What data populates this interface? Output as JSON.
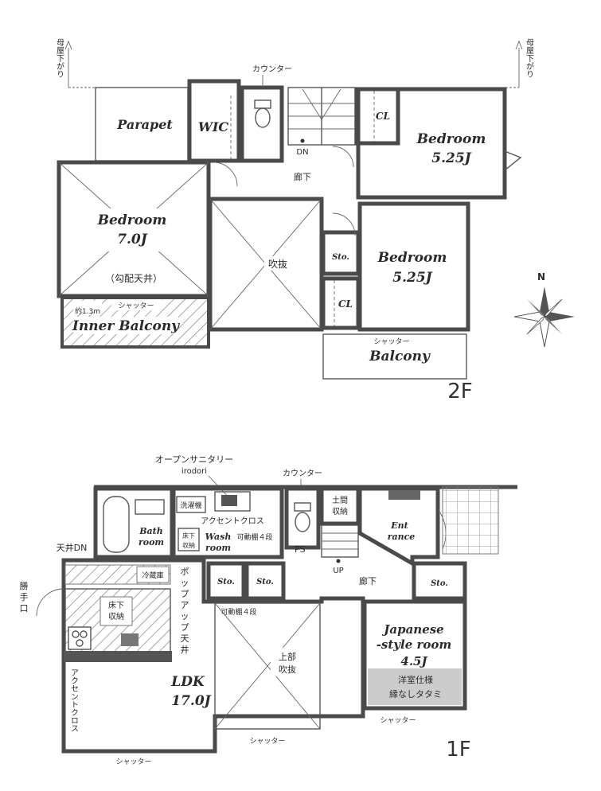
{
  "floor2": {
    "floor_label": "2F",
    "roof_down_left": "母屋下がり",
    "roof_down_right": "母屋下がり",
    "counter": "カウンター",
    "parapet": "Parapet",
    "wic": "WIC",
    "cl_top": "CL",
    "bedroom_ne_name": "Bedroom",
    "bedroom_ne_size": "5.25J",
    "dn": "DN",
    "hallway": "廊下",
    "bedroom_w_name": "Bedroom",
    "bedroom_w_size": "7.0J",
    "sloped_ceiling": "（勾配天井）",
    "void": "吹抜",
    "sto": "Sto.",
    "bedroom_e_name": "Bedroom",
    "bedroom_e_size": "5.25J",
    "cl_bottom": "CL",
    "shutter_left": "シャッター",
    "height_note": "約1.3m",
    "inner_balcony": "Inner Balcony",
    "shutter_right": "シャッター",
    "balcony": "Balcony"
  },
  "floor1": {
    "floor_label": "1F",
    "open_sanitary": "オープンサニタリー",
    "irodori": "irodori",
    "counter": "カウンター",
    "washer": "洗濯機",
    "accent_cloth_wash": "アクセントクロス",
    "earth_storage_1": "土間",
    "earth_storage_2": "収納",
    "bath_1": "Bath",
    "bath_2": "room",
    "floor_storage_1": "床下",
    "floor_storage_2": "収納",
    "wash_1": "Wash",
    "wash_2": "room",
    "movable_shelf_wash": "可動棚４段",
    "ps": "PS",
    "entrance_1": "Ent",
    "entrance_2": "rance",
    "ceiling_dn": "天井DN",
    "kitchen_door_1": "勝",
    "kitchen_door_2": "手",
    "kitchen_door_3": "口",
    "refrigerator": "冷蔵庫",
    "popup_1": "ポ",
    "popup_2": "ッ",
    "popup_3": "プ",
    "popup_4": "ア",
    "popup_5": "ッ",
    "popup_6": "プ",
    "popup_7": "天",
    "popup_8": "井",
    "sto_a": "Sto.",
    "sto_b": "Sto.",
    "up": "UP",
    "hallway": "廊下",
    "sto_c": "Sto.",
    "floor_storage_k1": "床下",
    "floor_storage_k2": "収納",
    "movable_shelf_ldk": "可動棚４段",
    "japanese_1": "Japanese",
    "japanese_2": "-style room",
    "japanese_3": "4.5J",
    "western_tatami_1": "洋室仕様",
    "western_tatami_2": "縁なしタタミ",
    "upper_void_1": "上部",
    "upper_void_2": "吹抜",
    "ldk_1": "LDK",
    "ldk_2": "17.0J",
    "accent_cloth_ldk": "アクセントクロス",
    "shutter_jp": "シャッター",
    "shutter_ldk_mid": "シャッター",
    "shutter_ldk_bottom": "シャッター"
  },
  "compass": {
    "north": "N"
  }
}
